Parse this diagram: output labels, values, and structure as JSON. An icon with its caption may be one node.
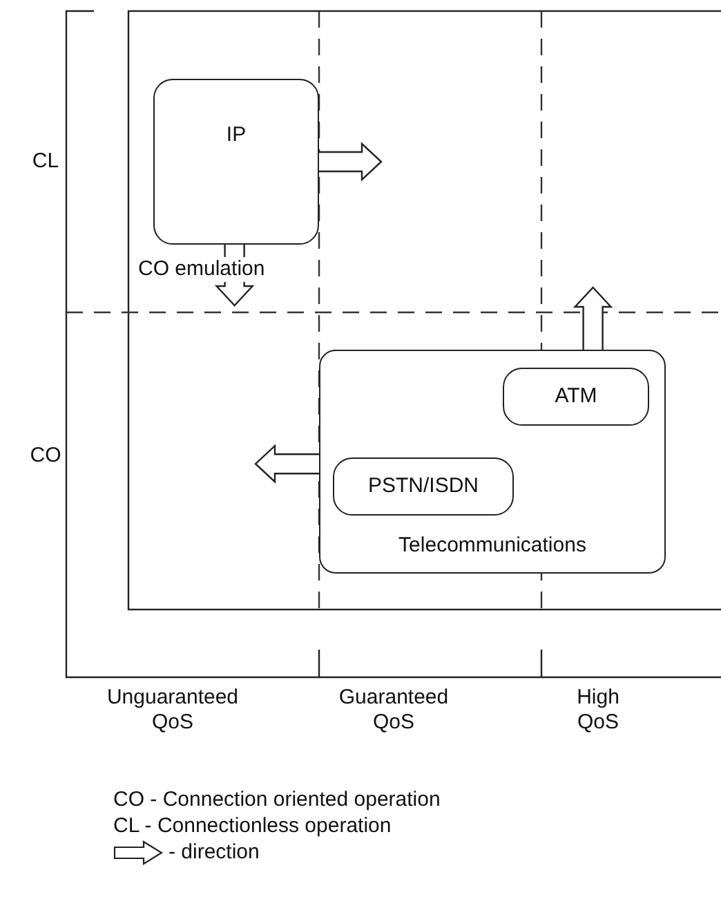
{
  "diagram": {
    "nodes": [
      {
        "text": [
          "IP"
        ],
        "beside": [
          "CO emulation"
        ]
      },
      {
        "text": [
          "Telecommunications"
        ]
      },
      {
        "text": [
          "ATM"
        ],
        "in": 1
      },
      {
        "text": [
          "PSTN/ISDN"
        ],
        "in": 1
      }
    ],
    "edges": [
      {
        "from": 0,
        "to": null,
        "arrow": "to"
      },
      {
        "from": 0,
        "to": null,
        "arrow": "to"
      },
      {
        "from": 1,
        "to": null,
        "arrow": "to"
      },
      {
        "from": 1,
        "to": null,
        "arrow": "to"
      }
    ],
    "labels": [
      "CL",
      "CO",
      "Unguaranteed QoS",
      "Guaranteed QoS",
      "High QoS",
      "CO - Connection oriented operation",
      "CL - Connectionless operation"
    ],
    "legend": [
      {
        "text": "- direction"
      }
    ]
  }
}
